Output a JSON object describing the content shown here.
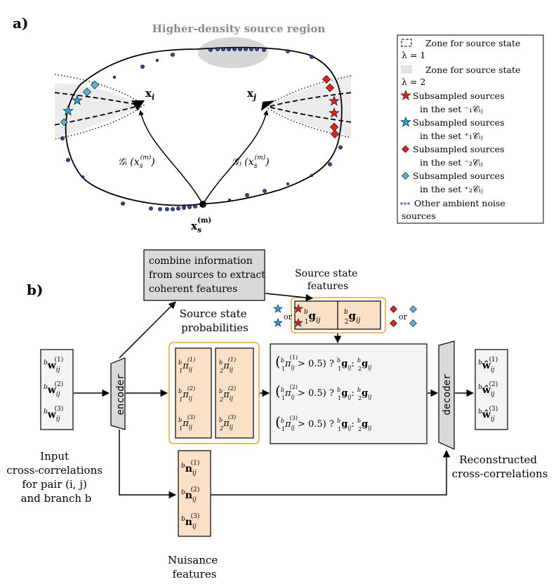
{
  "panel_a": {
    "label": "a)",
    "region_label": "Higher-density source region",
    "xi_label": "x",
    "xi_sub": "i",
    "xj_label": "x",
    "xj_sub": "j",
    "xs_label": "x",
    "xs_sub": "s",
    "xs_sup": "(m)",
    "gi_label": "𝒢ᵢ (x",
    "gi_tail": ")",
    "gj_label": "𝒢ⱼ (x",
    "gj_tail": ")",
    "g_sub": "s",
    "g_sup": "(m)"
  },
  "legend": {
    "entries": [
      {
        "line1": "Zone for source state",
        "line2": "λ = 1"
      },
      {
        "line1": "Zone for source state",
        "line2": "λ = 2"
      },
      {
        "line1": "Subsampled sources",
        "line2": "in the set ⁻₁𝒞ᵢⱼ"
      },
      {
        "line1": "Subsampled sources",
        "line2": "in the set ⁺₁𝒞ᵢⱼ"
      },
      {
        "line1": "Subsampled sources",
        "line2": "in the set ⁻₂𝒞ᵢⱼ"
      },
      {
        "line1": "Subsampled sources",
        "line2": "in the set ⁺₂𝒞ᵢⱼ"
      },
      {
        "line1": "Other ambient noise",
        "line2": "sources"
      }
    ]
  },
  "panel_b": {
    "label": "b)",
    "combine_box": [
      "combine information",
      "from sources to extract",
      "coherent features"
    ],
    "source_state_features": [
      "Source state",
      "features"
    ],
    "feat_left": "g",
    "feat_right": "g",
    "or_text": "or",
    "source_state_probabilities": [
      "Source state",
      "probabilities"
    ],
    "input_items": [
      "w",
      "w",
      "w"
    ],
    "sup_b": "b",
    "sub_ij": "ij",
    "idx": [
      "(1)",
      "(2)",
      "(3)"
    ],
    "encoder": "encoder",
    "decoder": "decoder",
    "pi": "π",
    "cond_rows": [
      "> 0.5) ? ",
      ": "
    ],
    "nuisance_items": [
      "n",
      "n",
      "n"
    ],
    "output_items": [
      "ŵ",
      "ŵ",
      "ŵ"
    ],
    "input_caption": [
      "Input",
      "cross-correlations",
      "for pair (i, j)",
      "and branch b"
    ],
    "output_caption": [
      "Reconstructed",
      "cross-correlations"
    ],
    "nuisance_caption": [
      "Nuisance",
      "features"
    ]
  },
  "colors": {
    "red": "#e4201f",
    "blue": "#1ba8e0",
    "light_blue": "#5ab4d8",
    "navy": "#3a3f9a",
    "orange_border": "#f4a340",
    "peach": "#fbe0c8",
    "gray_box": "#d9d9d9",
    "zone_gray": "#ececec"
  }
}
